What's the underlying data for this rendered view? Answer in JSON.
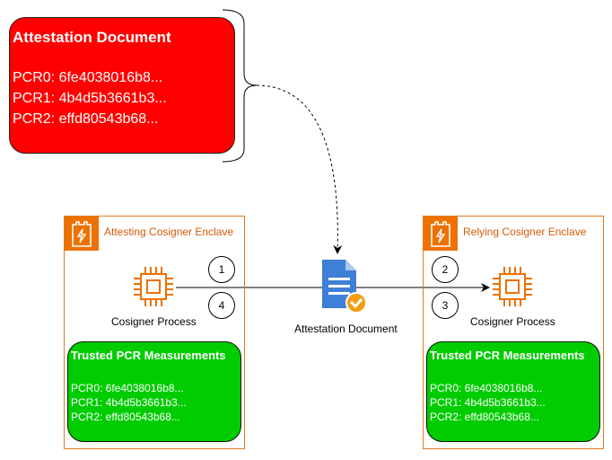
{
  "attestation_box": {
    "title": "Attestation Document",
    "pcrs": [
      "PCR0: 6fe4038016b8...",
      "PCR1: 4b4d5b3661b3...",
      "PCR2: effd80543b68..."
    ]
  },
  "left_enclave": {
    "title": "Attesting Cosigner Enclave",
    "process_label": "Cosigner Process",
    "pcr_box": {
      "title": "Trusted PCR Measurements",
      "pcrs": [
        "PCR0: 6fe4038016b8...",
        "PCR1: 4b4d5b3661b3...",
        "PCR2: effd80543b68..."
      ]
    }
  },
  "right_enclave": {
    "title": "Relying Cosigner Enclave",
    "process_label": "Cosigner Process",
    "pcr_box": {
      "title": "Trusted PCR Measurements",
      "pcrs": [
        "PCR0: 6fe4038016b8...",
        "PCR1: 4b4d5b3661b3...",
        "PCR2: effd80543b68..."
      ]
    }
  },
  "document_label": "Attestation Document",
  "steps": [
    "1",
    "4",
    "2",
    "3"
  ],
  "colors": {
    "red_box": "#ff0000",
    "green_box": "#00cc00",
    "aws_orange": "#ed7100",
    "doc_blue": "#3f7fd7",
    "check_orange": "#f39c12"
  },
  "icons": [
    "cpu-chip-icon",
    "enclave-tower-icon",
    "document-check-icon"
  ]
}
